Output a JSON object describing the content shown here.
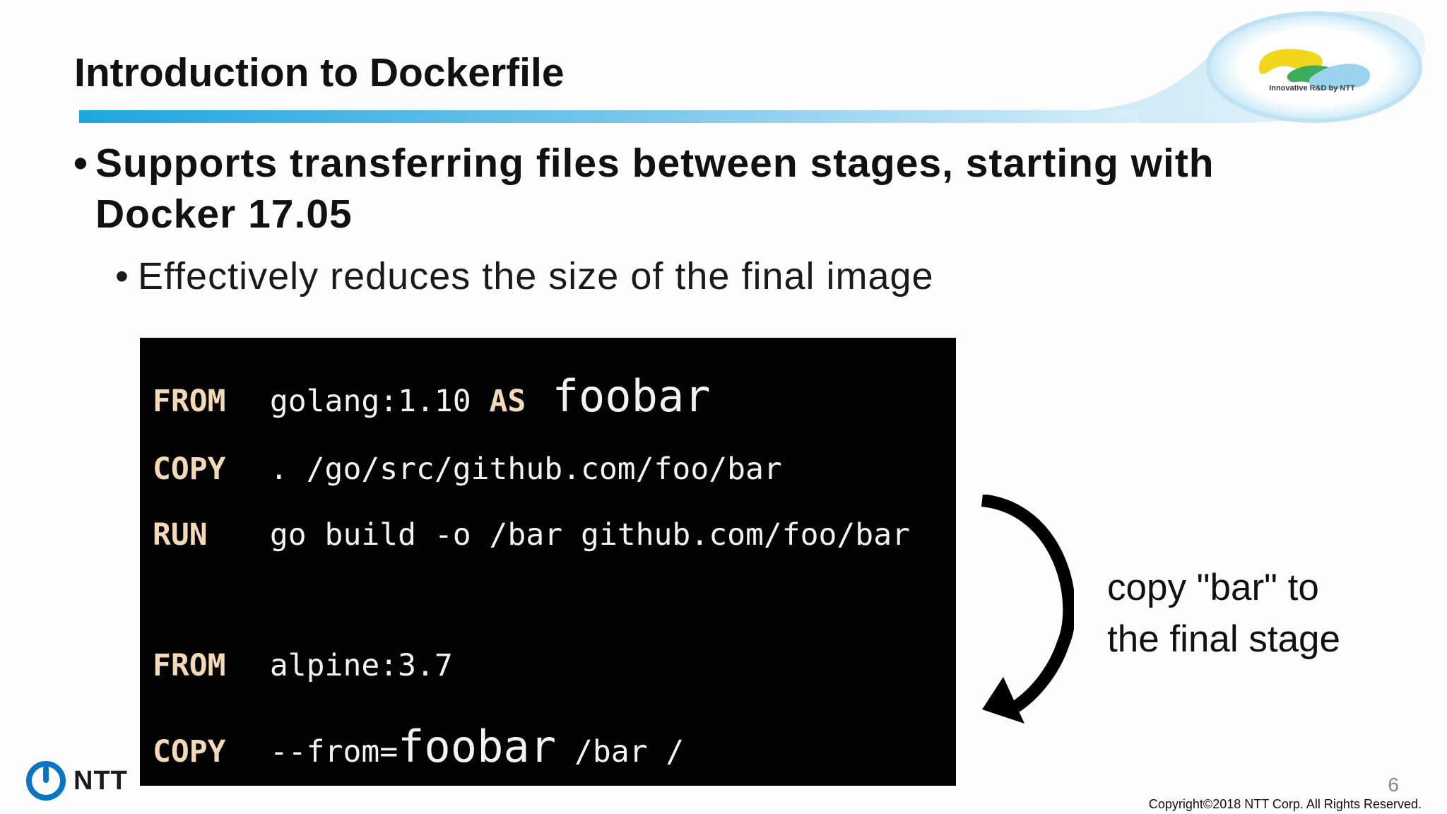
{
  "slide": {
    "title": "Introduction to Dockerfile",
    "bullets": [
      {
        "marker": "•",
        "text": "Supports transferring files between stages, starting with Docker 17.05"
      },
      {
        "marker": "•",
        "text": "Effectively reduces the size of the final image"
      }
    ],
    "annotation": [
      "copy \"bar\" to",
      "the final stage"
    ],
    "page_number": "6",
    "copyright": "Copyright©2018  NTT Corp. All Rights Reserved."
  },
  "code": {
    "line1": {
      "kw1": "FROM",
      "arg": " golang:1.10 ",
      "kw2": "AS",
      "name": " foobar"
    },
    "line2": {
      "kw": "COPY",
      "arg": " . /go/src/github.com/foo/bar"
    },
    "line3": {
      "kw": "RUN",
      "arg": " go build -o /bar github.com/foo/bar"
    },
    "line4": {
      "kw": "FROM",
      "arg": " alpine:3.7"
    },
    "line5": {
      "kw": "COPY",
      "arg1": " --from=",
      "name": "foobar",
      "arg2": " /bar /"
    }
  },
  "branding": {
    "logo_text": "NTT",
    "tagline": "Innovative R&D by NTT"
  },
  "colors": {
    "header_bar": "#1fa6de",
    "header_fade": "#bfe6f6",
    "code_bg": "#020202",
    "keyword": "#f3d9b5",
    "ntt_blue": "#0a75c2",
    "logo_yellow": "#f2d61b",
    "logo_green": "#3cae5b",
    "logo_sky": "#9bd3ef"
  }
}
